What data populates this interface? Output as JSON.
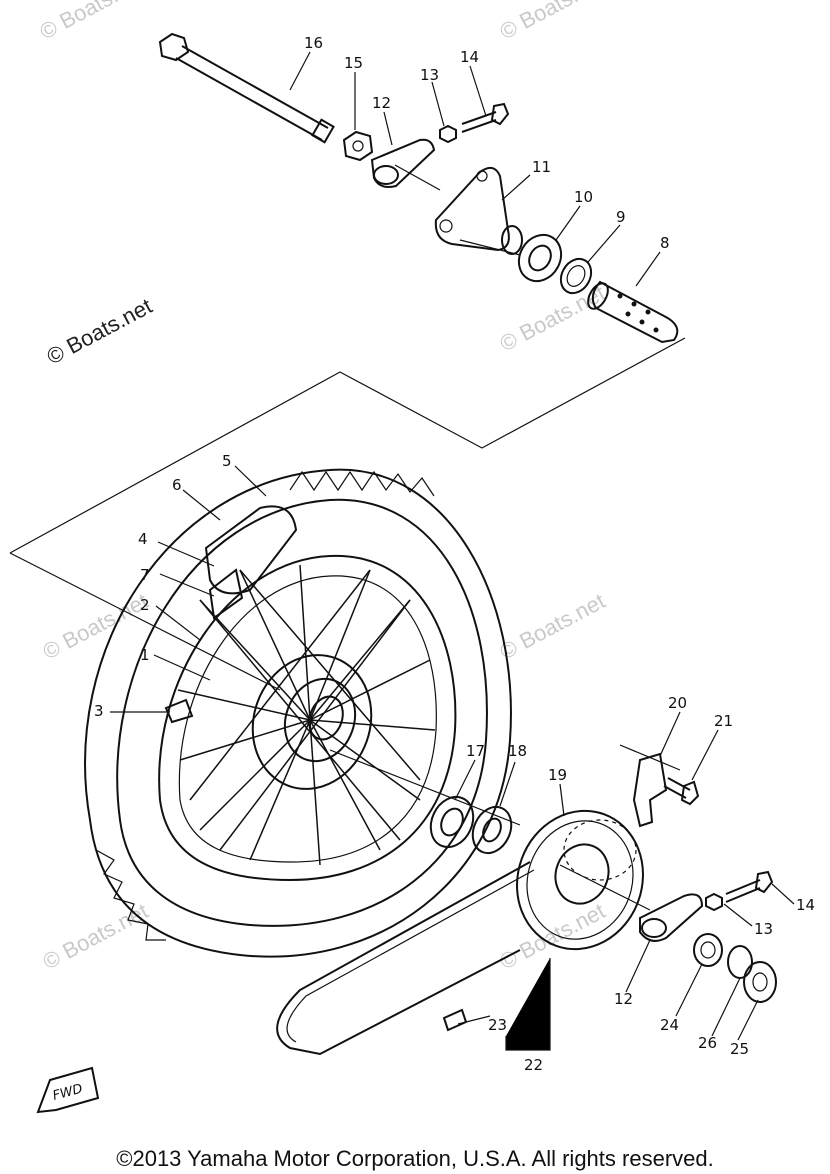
{
  "watermarks": {
    "main": "© Boats.net",
    "faint": "© Boats.net"
  },
  "fwd_label": "FWD",
  "callouts": [
    {
      "id": "c16",
      "text": "16"
    },
    {
      "id": "c15",
      "text": "15"
    },
    {
      "id": "c14a",
      "text": "14"
    },
    {
      "id": "c13a",
      "text": "13"
    },
    {
      "id": "c12a",
      "text": "12"
    },
    {
      "id": "c11",
      "text": "11"
    },
    {
      "id": "c10",
      "text": "10"
    },
    {
      "id": "c9",
      "text": "9"
    },
    {
      "id": "c8",
      "text": "8"
    },
    {
      "id": "c5",
      "text": "5"
    },
    {
      "id": "c6",
      "text": "6"
    },
    {
      "id": "c4",
      "text": "4"
    },
    {
      "id": "c7",
      "text": "7"
    },
    {
      "id": "c2",
      "text": "2"
    },
    {
      "id": "c1",
      "text": "1"
    },
    {
      "id": "c3",
      "text": "3"
    },
    {
      "id": "c17",
      "text": "17"
    },
    {
      "id": "c18",
      "text": "18"
    },
    {
      "id": "c19",
      "text": "19"
    },
    {
      "id": "c20",
      "text": "20"
    },
    {
      "id": "c21",
      "text": "21"
    },
    {
      "id": "c14b",
      "text": "14"
    },
    {
      "id": "c13b",
      "text": "13"
    },
    {
      "id": "c12b",
      "text": "12"
    },
    {
      "id": "c24",
      "text": "24"
    },
    {
      "id": "c26",
      "text": "26"
    },
    {
      "id": "c25",
      "text": "25"
    },
    {
      "id": "c23",
      "text": "23"
    },
    {
      "id": "c22",
      "text": "22"
    }
  ],
  "copyright": "©2013 Yamaha Motor Corporation, U.S.A. All rights reserved."
}
